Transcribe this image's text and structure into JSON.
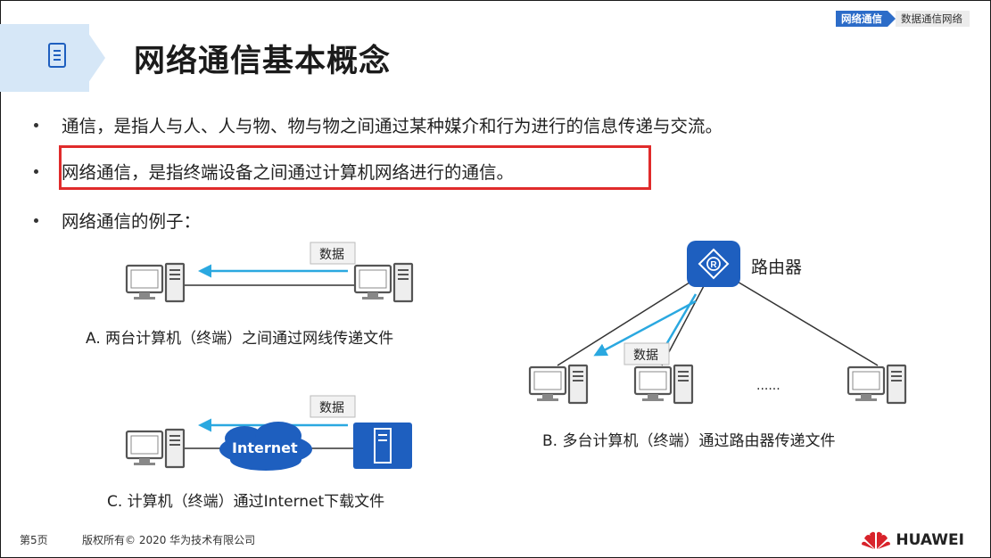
{
  "breadcrumb": {
    "current": "网络通信",
    "section": "数据通信网络"
  },
  "title": "网络通信基本概念",
  "bullets": [
    "通信，是指人与人、人与物、物与物之间通过某种媒介和行为进行的信息传递与交流。",
    "网络通信，是指终端设备之间通过计算机网络进行的通信。",
    "网络通信的例子："
  ],
  "diagram": {
    "data_label": "数据",
    "internet_label": "Internet",
    "router_label": "路由器",
    "ellipsis": "......",
    "caption_a": "A. 两台计算机（终端）之间通过网线传递文件",
    "caption_b": "B. 多台计算机（终端）通过路由器传递文件",
    "caption_c": "C. 计算机（终端）通过Internet下载文件"
  },
  "footer": {
    "page": "第5页",
    "copyright": "版权所有© 2020 华为技术有限公司",
    "brand": "HUAWEI"
  },
  "colors": {
    "accent": "#2c6cc8",
    "highlight": "#e02b2b",
    "arrow": "#2aa8e0"
  }
}
